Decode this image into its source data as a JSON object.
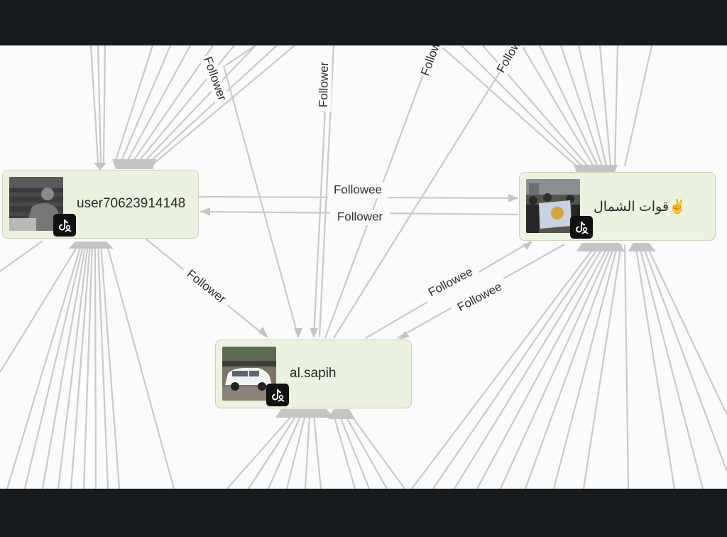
{
  "nodes": {
    "user1": {
      "label": "user70623914148",
      "platform_icon": "tiktok-icon"
    },
    "user2": {
      "label": "✌️قوات الشمال",
      "platform_icon": "tiktok-icon"
    },
    "user3": {
      "label": "al.sapih",
      "platform_icon": "tiktok-icon"
    }
  },
  "edge_labels": {
    "follower": "Follower",
    "followee": "Followee"
  },
  "colors": {
    "node_fill": "#ebf2df",
    "node_border": "#c8d2bb",
    "edge": "#c9c9c9",
    "canvas": "#fbfbfb",
    "frame": "#161b20"
  }
}
